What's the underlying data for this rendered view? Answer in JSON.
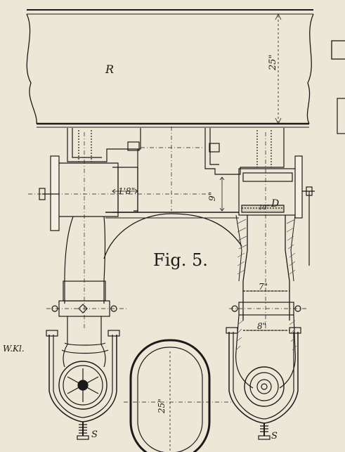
{
  "figure": {
    "title": "Fig. 5.",
    "part_label_R": "R",
    "part_label_D": "D",
    "screw_label_left": "S",
    "screw_label_right": "S",
    "signature": "W.Kl."
  },
  "dimensions": {
    "frame_height": "25\"",
    "left_pipe_bore": "1'8\"",
    "right_gap": "9\"",
    "disc_bore": "10\"",
    "right_neck_upper": "7\"",
    "right_neck_lower": "8\"",
    "oval_port": "25\""
  },
  "colors": {
    "paper": "#ece7d6",
    "ink": "#1a1a1a",
    "hatch": "#555555"
  }
}
